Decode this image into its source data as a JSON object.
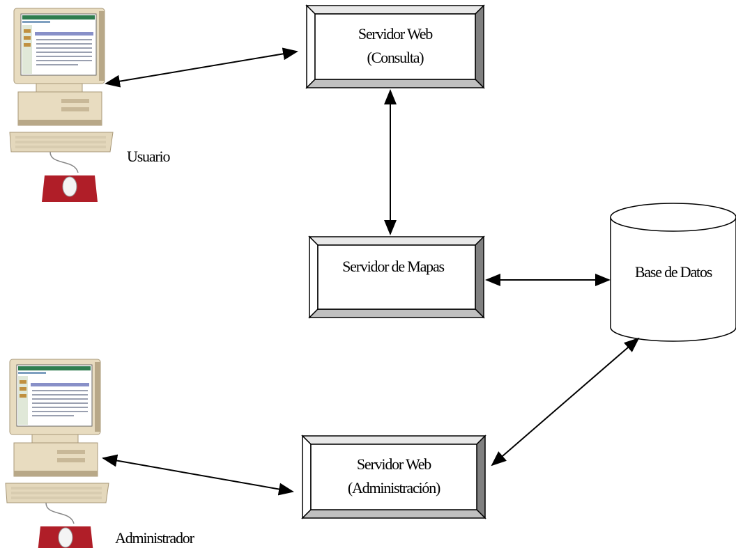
{
  "diagram": {
    "nodes": {
      "web_consulta": {
        "line1": "Servidor Web",
        "line2": "(Consulta)"
      },
      "mapas": {
        "line1": "Servidor de Mapas"
      },
      "database": {
        "line1": "Base de Datos"
      },
      "web_admin": {
        "line1": "Servidor Web",
        "line2": "(Administración)"
      },
      "usuario": {
        "label": "Usuario"
      },
      "administrador": {
        "label": "Administrador"
      }
    },
    "edges": [
      {
        "from": "usuario",
        "to": "web_consulta",
        "bidirectional": true
      },
      {
        "from": "web_consulta",
        "to": "mapas",
        "bidirectional": true
      },
      {
        "from": "mapas",
        "to": "database",
        "bidirectional": true
      },
      {
        "from": "database",
        "to": "web_admin",
        "bidirectional": true
      },
      {
        "from": "administrador",
        "to": "web_admin",
        "bidirectional": true
      }
    ],
    "colors": {
      "box_shade": "#808080",
      "mousepad": "#b01e28",
      "computer": "#e8dcc0"
    }
  }
}
